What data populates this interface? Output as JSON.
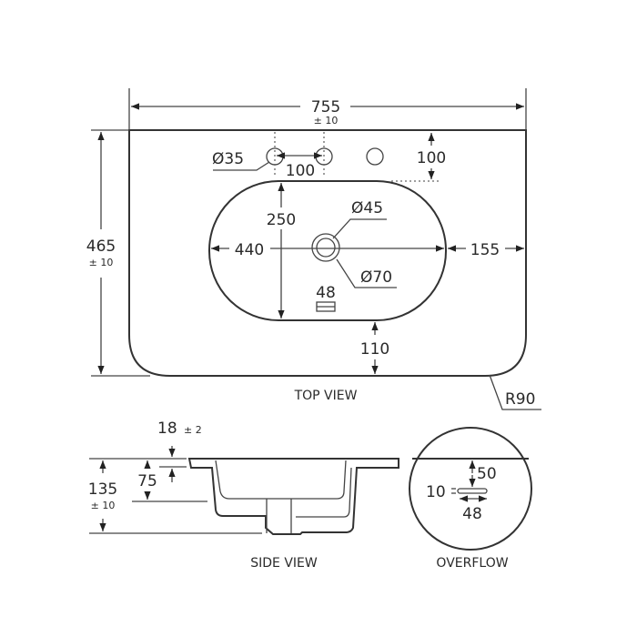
{
  "top_view": {
    "caption": "TOP VIEW",
    "width": "755",
    "width_tol": "± 10",
    "depth": "465",
    "depth_tol": "± 10",
    "tap_hole_dia": "Ø35",
    "tap_hole_spacing": "100",
    "tap_hole_offset": "100",
    "bowl_depth": "250",
    "bowl_width": "440",
    "bowl_right_margin": "155",
    "waste_inner_dia": "Ø45",
    "waste_outer_dia": "Ø70",
    "overflow_width": "48",
    "bowl_front_margin": "110",
    "corner_radius": "R90"
  },
  "side_view": {
    "caption": "SIDE VIEW",
    "deck_thickness": "18",
    "deck_tol": "± 2",
    "bowl_depth": "75",
    "total_height": "135",
    "height_tol": "± 10"
  },
  "overflow": {
    "caption": "OVERFLOW",
    "offset": "50",
    "slot_height": "10",
    "slot_width": "48"
  }
}
